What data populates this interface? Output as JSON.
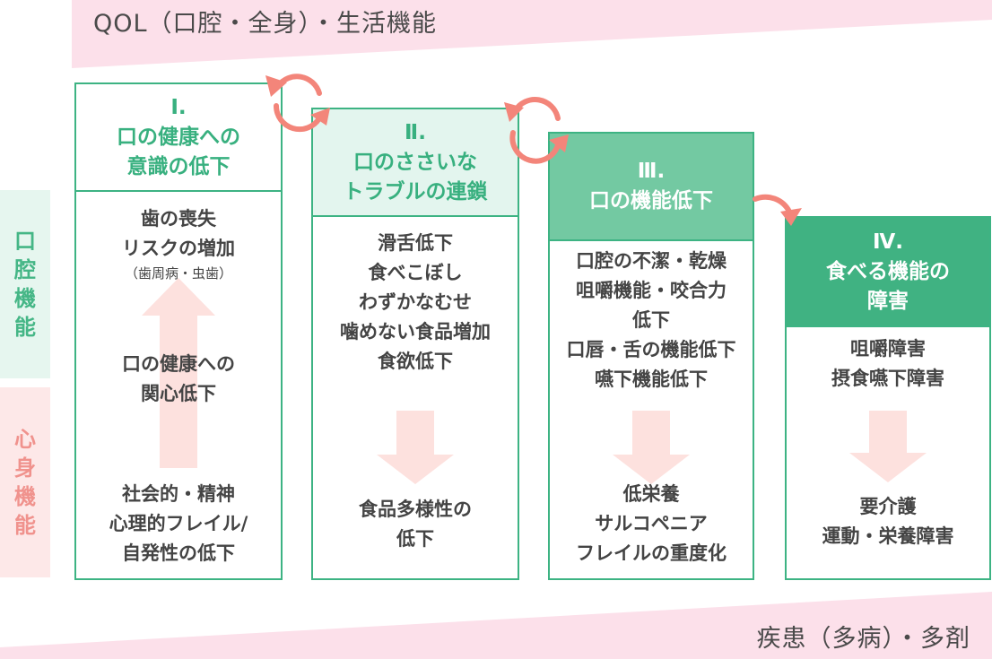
{
  "top_band": {
    "text": "QOL（口腔・全身）・生活機能"
  },
  "bottom_band": {
    "text": "疾患（多病）・多剤"
  },
  "side_labels": {
    "oral": [
      "口",
      "腔",
      "機",
      "能"
    ],
    "mind": [
      "心",
      "身",
      "機",
      "能"
    ]
  },
  "stages": [
    {
      "head": [
        "Ⅰ.",
        "口の健康への",
        "意識の低下"
      ],
      "top": [
        "歯の喪失",
        "リスクの増加"
      ],
      "top_note": "（歯周病・虫歯）",
      "middle": [
        "口の健康への",
        "関心低下"
      ],
      "bottom": [
        "社会的・精神",
        "心理的フレイル/",
        "自発性の低下"
      ]
    },
    {
      "head": [
        "Ⅱ.",
        "口のささいな",
        "トラブルの連鎖"
      ],
      "top": [
        "滑舌低下",
        "食べこぼし",
        "わずかなむせ",
        "噛めない食品増加",
        "食欲低下"
      ],
      "bottom": [
        "食品多様性の",
        "低下"
      ]
    },
    {
      "head": [
        "Ⅲ.",
        "口の機能低下"
      ],
      "top": [
        "口腔の不潔・乾燥",
        "咀嚼機能・咬合力",
        "低下",
        "口唇・舌の機能低下",
        "嚥下機能低下"
      ],
      "bottom": [
        "低栄養",
        "サルコペニア",
        "フレイルの重度化"
      ]
    },
    {
      "head": [
        "Ⅳ.",
        "食べる機能の",
        "障害"
      ],
      "top": [
        "咀嚼障害",
        "摂食嚥下障害"
      ],
      "bottom": [
        "要介護",
        "運動・栄養障害"
      ]
    }
  ],
  "colors": {
    "green": "#3db383",
    "green_light": "#e3f5ee",
    "green_mid": "#73c9a2",
    "green_dark": "#40b282",
    "pink_band": "#fce0ea",
    "arrow_pink": "#fde1de",
    "cycle_salmon": "#f3857a"
  }
}
